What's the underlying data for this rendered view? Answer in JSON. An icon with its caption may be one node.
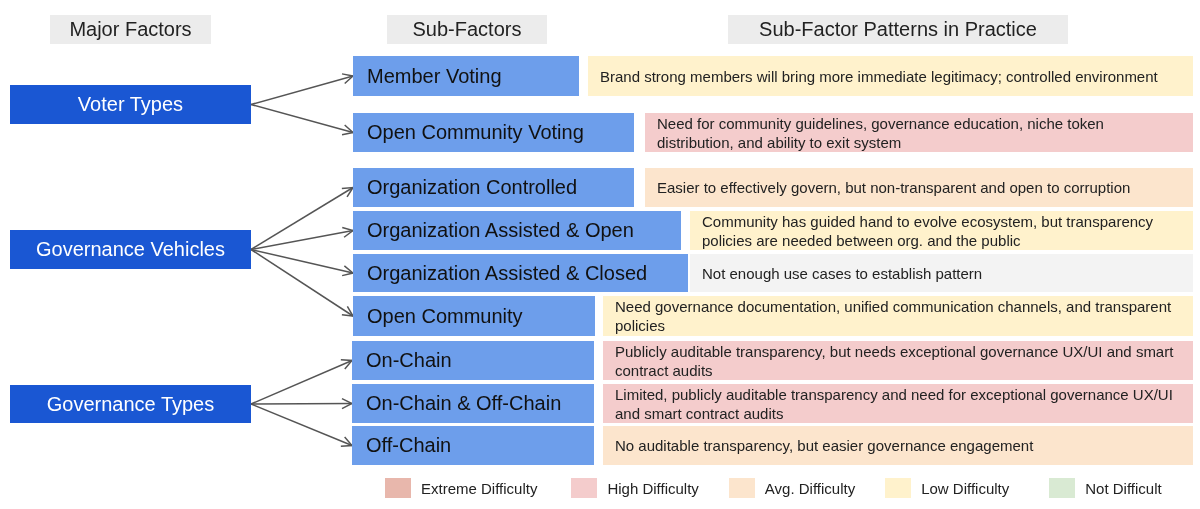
{
  "diagram": {
    "nodes": [
      {
        "text": [
          "Major Factors"
        ]
      },
      {
        "text": [
          "Sub-Factors"
        ]
      },
      {
        "text": [
          "Sub-Factor Patterns in Practice"
        ]
      },
      {
        "text": [
          "Voter Types"
        ]
      },
      {
        "text": [
          "Governance Vehicles"
        ]
      },
      {
        "text": [
          "Governance Types"
        ]
      },
      {
        "text": [
          "Member Voting"
        ]
      },
      {
        "text": [
          "Open Community Voting"
        ]
      },
      {
        "text": [
          "Organization Controlled"
        ]
      },
      {
        "text": [
          "Organization Assisted & Open"
        ]
      },
      {
        "text": [
          "Organization Assisted & Closed"
        ]
      },
      {
        "text": [
          "Open Community"
        ]
      },
      {
        "text": [
          "On-Chain"
        ]
      },
      {
        "text": [
          "On-Chain & Off-Chain"
        ]
      },
      {
        "text": [
          "Off-Chain"
        ]
      },
      {
        "text": [
          "Brand strong members will bring more immediate legitimacy; controlled environment"
        ]
      },
      {
        "text": [
          "Need for community guidelines,  governance education, niche token distribution, and ability to exit system"
        ]
      },
      {
        "text": [
          "Easier to effectively govern, but non-transparent and open to corruption"
        ]
      },
      {
        "text": [
          "Community has guided hand to evolve ecosystem, but transparency policies are needed between org. and the public"
        ]
      },
      {
        "text": [
          "Not enough use cases to establish pattern"
        ]
      },
      {
        "text": [
          "Need governance documentation, unified communication channels, and transparent policies"
        ]
      },
      {
        "text": [
          "Publicly auditable transparency, but needs exceptional governance UX/UI and smart contract audits"
        ]
      },
      {
        "text": [
          "Limited, publicly auditable transparency and need for exceptional governance UX/UI and smart contract audits"
        ]
      },
      {
        "text": [
          "No auditable transparency, but easier governance engagement"
        ]
      }
    ],
    "edges": [
      {
        "from": 3,
        "to": 6,
        "arrow": "to"
      },
      {
        "from": 3,
        "to": 7,
        "arrow": "to"
      },
      {
        "from": 4,
        "to": 8,
        "arrow": "to"
      },
      {
        "from": 4,
        "to": 9,
        "arrow": "to"
      },
      {
        "from": 4,
        "to": 10,
        "arrow": "to"
      },
      {
        "from": 4,
        "to": 11,
        "arrow": "to"
      },
      {
        "from": 5,
        "to": 12,
        "arrow": "to"
      },
      {
        "from": 5,
        "to": 13,
        "arrow": "to"
      },
      {
        "from": 5,
        "to": 14,
        "arrow": "to"
      }
    ],
    "legend": [
      {
        "text": "Extreme Difficulty",
        "color": "#e8b7ac"
      },
      {
        "text": "High Difficulty",
        "color": "#f4cccc"
      },
      {
        "text": "Avg. Difficulty",
        "color": "#fce5cd"
      },
      {
        "text": "Low Difficulty",
        "color": "#fff2cc"
      },
      {
        "text": "Not Difficult",
        "color": "#d9ead3"
      }
    ]
  }
}
